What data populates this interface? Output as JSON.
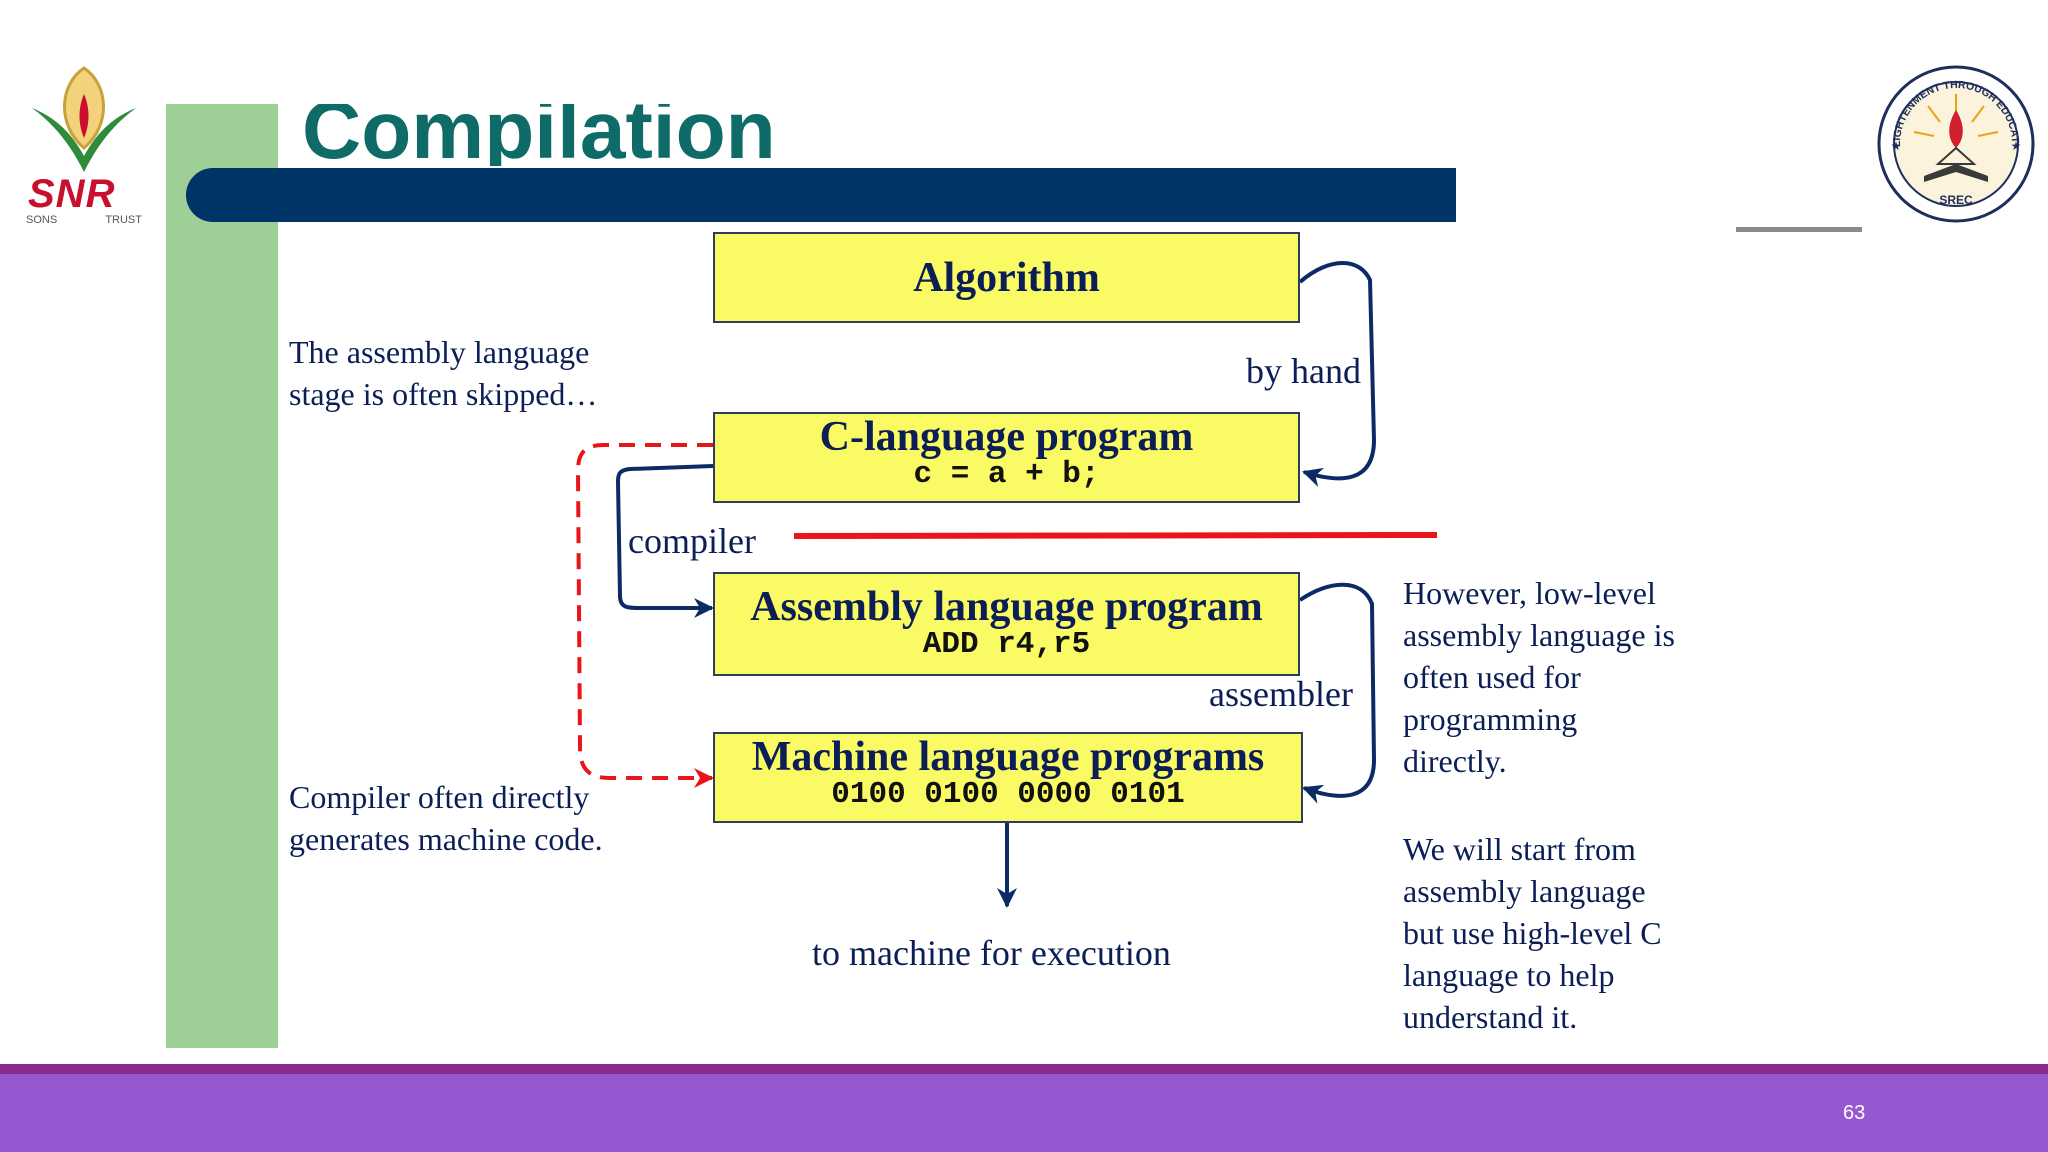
{
  "slide": {
    "title": "Compilation",
    "page_number": "63"
  },
  "logos": {
    "left": {
      "text": "SNR",
      "sub_left": "SONS",
      "sub_right": "TRUST"
    },
    "right": {
      "motto": "ENLIGHTENMENT THROUGH EDUCATION",
      "abbr": "SREC"
    }
  },
  "diagram": {
    "boxes": {
      "algorithm": {
        "label": "Algorithm"
      },
      "c_program": {
        "label": "C-language program",
        "code": "c = a + b;"
      },
      "assembly": {
        "label": "Assembly language program",
        "code": "ADD r4,r5"
      },
      "machine": {
        "label": "Machine language programs",
        "code": "0100 0100 0000 0101"
      }
    },
    "edges": {
      "by_hand": "by hand",
      "compiler": "compiler",
      "assembler": "assembler",
      "execution": "to machine for execution"
    },
    "notes": {
      "skipped": "The assembly language\nstage is often skipped…",
      "compiler_direct": "Compiler often directly\ngenerates machine code.",
      "however": "However, low-level\nassembly language is\noften used for\nprogramming\ndirectly.",
      "start": "We will start from\nassembly language\nbut use high-level C\nlanguage to help\nunderstand it."
    },
    "colors": {
      "box_fill": "#fafa64",
      "arrow": "#0b2a66",
      "dashed": "#e8151b",
      "title_band": "#003366"
    }
  }
}
